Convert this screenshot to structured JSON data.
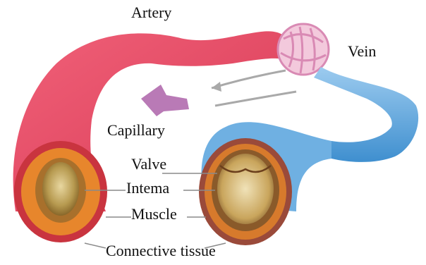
{
  "labels": {
    "artery": "Artery",
    "vein": "Vein",
    "capillary": "Capillary",
    "valve": "Valve",
    "intema": "Intema",
    "muscle": "Muscle",
    "connective": "Connective tissue"
  },
  "colors": {
    "artery": "#e8485f",
    "artery_dark": "#c42f49",
    "vein": "#5fa6dd",
    "vein_light": "#9ccbef",
    "capillary_net": "#d98ab4",
    "muscle_orange": "#e7862c",
    "connective": "#c9343f",
    "pointer_line": "#8a8a8a"
  }
}
